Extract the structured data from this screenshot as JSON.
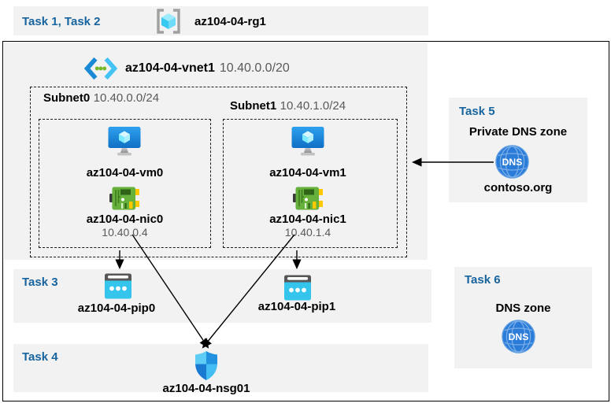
{
  "header": {
    "tasks_label": "Task 1, Task 2",
    "resource_group": "az104-04-rg1"
  },
  "vnet": {
    "name": "az104-04-vnet1",
    "cidr": "10.40.0.0/20"
  },
  "subnets": [
    {
      "name": "Subnet0",
      "cidr": "10.40.0.0/24",
      "vm": "az104-04-vm0",
      "nic": "az104-04-nic0",
      "ip": "10.40.0.4"
    },
    {
      "name": "Subnet1",
      "cidr": "10.40.1.0/24",
      "vm": "az104-04-vm1",
      "nic": "az104-04-nic1",
      "ip": "10.40.1.4"
    }
  ],
  "task3": {
    "label": "Task 3",
    "pip0": "az104-04-pip0",
    "pip1": "az104-04-pip1"
  },
  "task4": {
    "label": "Task 4",
    "nsg": "az104-04-nsg01"
  },
  "task5": {
    "label": "Task 5",
    "title": "Private DNS zone",
    "zone_name": "contoso.org",
    "dns_icon_text": "DNS"
  },
  "task6": {
    "label": "Task 6",
    "title": "DNS zone",
    "dns_icon_text": "DNS"
  },
  "colors": {
    "band_bg": "#f2f2f2",
    "task_label": "#17649e",
    "muted_text": "#595959",
    "accent_cyan": "#35c5ec",
    "accent_blue": "#2b7cd8",
    "nic_green": "#66b03c"
  }
}
